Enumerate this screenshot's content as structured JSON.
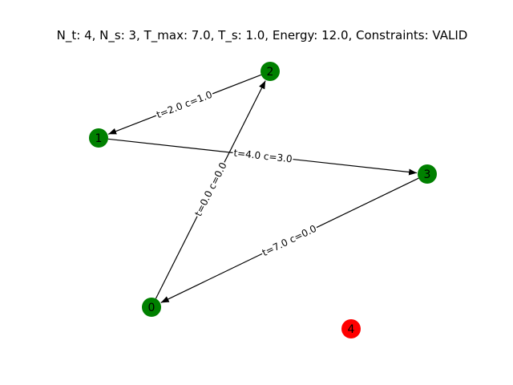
{
  "title": "N_t: 4, N_s: 3, T_max: 7.0, T_s: 1.0, Energy: 12.0, Constraints: VALID",
  "colors": {
    "valid_node": "#008000",
    "invalid_node": "#ff0000",
    "edge": "#000000"
  },
  "nodes": [
    {
      "id": "0",
      "status": "valid"
    },
    {
      "id": "1",
      "status": "valid"
    },
    {
      "id": "2",
      "status": "valid"
    },
    {
      "id": "3",
      "status": "valid"
    },
    {
      "id": "4",
      "status": "invalid"
    }
  ],
  "edges": [
    {
      "from": "0",
      "to": "2",
      "label": "t=0.0 c=0.0"
    },
    {
      "from": "2",
      "to": "1",
      "label": "t=2.0 c=1.0"
    },
    {
      "from": "1",
      "to": "3",
      "label": "t=4.0 c=3.0"
    },
    {
      "from": "3",
      "to": "0",
      "label": "t=7.0 c=0.0"
    }
  ]
}
